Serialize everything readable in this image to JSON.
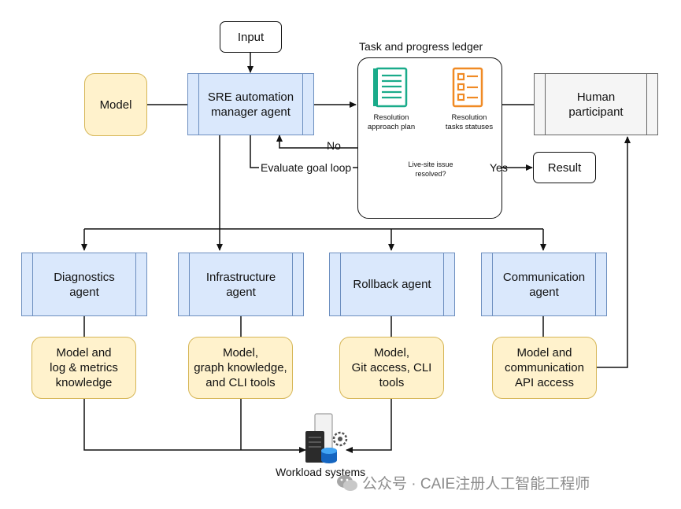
{
  "nodes": {
    "input": "Input",
    "model": "Model",
    "sre_agent": "SRE automation\nmanager agent",
    "ledger_title": "Task and progress ledger",
    "plan_label": "Resolution\napproach plan",
    "status_label": "Resolution\ntasks statuses",
    "decision": "Live-site issue\nresolved?",
    "human": "Human\nparticipant",
    "result": "Result",
    "edge_no": "No",
    "edge_yes": "Yes",
    "edge_loop": "Evaluate goal loop",
    "agents": [
      {
        "name": "Diagnostics\nagent",
        "tools": "Model and\nlog & metrics\nknowledge"
      },
      {
        "name": "Infrastructure\nagent",
        "tools": "Model,\ngraph knowledge,\nand CLI tools"
      },
      {
        "name": "Rollback agent",
        "tools": "Model,\nGit access, CLI\ntools"
      },
      {
        "name": "Communication\nagent",
        "tools": "Model and\ncommunication\nAPI access"
      }
    ],
    "workload": "Workload systems"
  },
  "watermark": "公众号 · CAIE注册人工智能工程师",
  "colors": {
    "agent_fill": "#dae8fc",
    "agent_border": "#6c8ebf",
    "tool_fill": "#fff2cc",
    "tool_border": "#d6b656",
    "plan_icon": "#1aab8a",
    "status_icon": "#f08a24",
    "human_fill": "#f5f5f5"
  },
  "icons": [
    "checklist-icon",
    "task-status-icon",
    "server-gear-icon",
    "wechat-icon"
  ]
}
